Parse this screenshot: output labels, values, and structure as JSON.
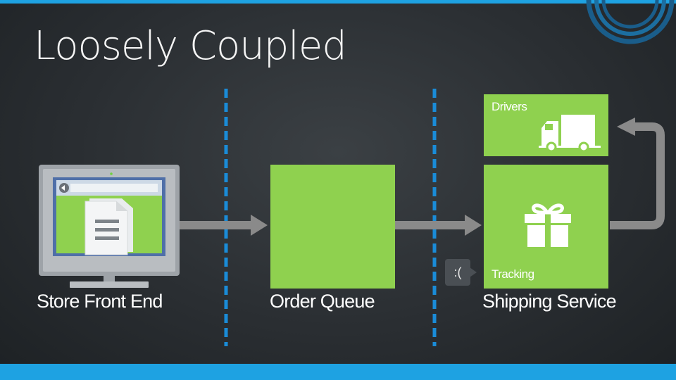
{
  "slide": {
    "title": "Loosely Coupled",
    "captions": {
      "store_front_end": "Store Front End",
      "order_queue": "Order Queue",
      "shipping_service": "Shipping Service"
    },
    "boxes": {
      "drivers_label": "Drivers",
      "tracking_label": "Tracking"
    },
    "speech_bubble": ":(",
    "icons": [
      "monitor-icon",
      "document-icon",
      "back-arrow-icon",
      "truck-icon",
      "gift-icon",
      "loop-arrow-icon",
      "logo-rings-icon"
    ],
    "colors": {
      "accent_bar": "#1ea2e2",
      "box_green": "#8fd14f",
      "divider": "#1a8cd8",
      "arrow": "#8a8a8a",
      "background": "#2a2e32"
    }
  }
}
